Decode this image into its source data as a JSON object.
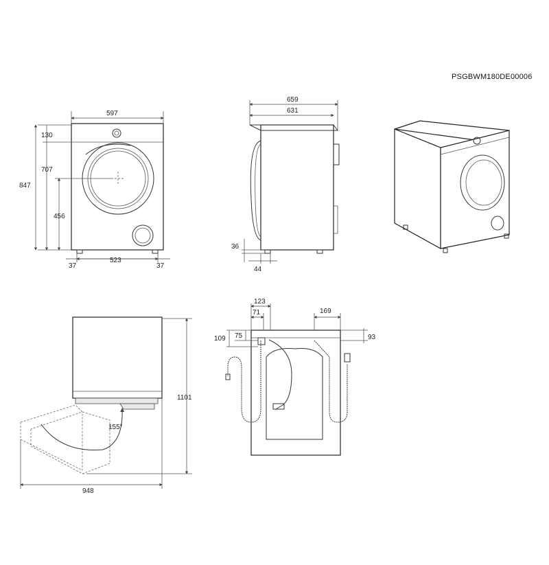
{
  "model_code": "PSGBWM180DE00006",
  "front_view": {
    "width": "597",
    "top_panel_height": "130",
    "door_center_height": "707",
    "total_height": "847",
    "lower_height": "456",
    "foot_left": "37",
    "foot_span": "523",
    "foot_right": "37"
  },
  "side_view": {
    "depth_with_door": "659",
    "depth_body": "631",
    "foot_height": "36",
    "foot_setback": "44"
  },
  "door_open_view": {
    "height_door_open": "1101",
    "depth_door_open": "948",
    "door_angle": "155°"
  },
  "rear_view": {
    "hose_offset_a": "123",
    "hose_offset_b": "71",
    "drain_offset": "169",
    "height_a": "109",
    "height_b": "75",
    "height_c": "93"
  },
  "icons": [
    "washing-machine-front",
    "washing-machine-side",
    "washing-machine-3d",
    "washing-machine-door-open",
    "washing-machine-rear"
  ]
}
